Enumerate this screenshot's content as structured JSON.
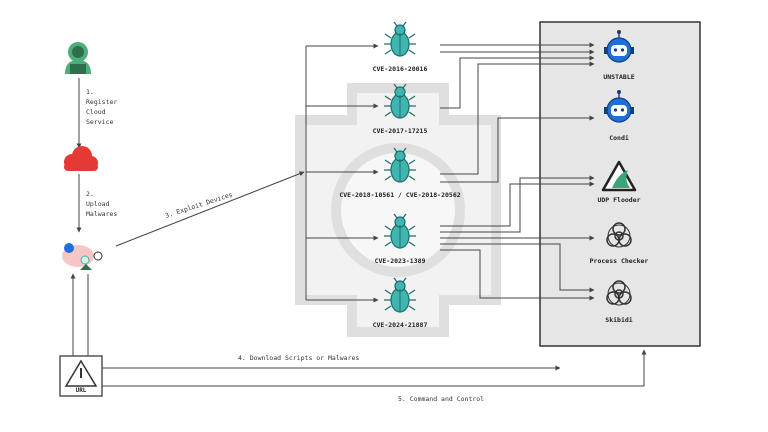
{
  "steps": {
    "s1": {
      "num": "1.",
      "lines": [
        "Register",
        "Cloud",
        "Service"
      ]
    },
    "s2": {
      "num": "2.",
      "lines": [
        "Upload",
        "Malwares"
      ]
    },
    "s3": "3. Exploit Devices",
    "s4": "4. Download Scripts or Malwares",
    "s5": "5. Command and Control"
  },
  "url_label": "URL",
  "cves": [
    "CVE-2016-20016",
    "CVE-2017-17215",
    "CVE-2018-10561 / CVE-2018-20562",
    "CVE-2023-1389",
    "CVE-2024-21887"
  ],
  "malware": [
    {
      "name": "UNSTABLE",
      "icon": "robot-icon"
    },
    {
      "name": "Condi",
      "icon": "robot-icon"
    },
    {
      "name": "UDP Flooder",
      "icon": "shark-fin-icon"
    },
    {
      "name": "Process Checker",
      "icon": "biohazard-icon"
    },
    {
      "name": "Skibidi",
      "icon": "biohazard-icon"
    }
  ],
  "colors": {
    "bug": "#3fb6b1",
    "cloud": "#e53935",
    "hacker": "#4caf7a",
    "robot": "#1e6fd9",
    "panel": "#e6e6e6",
    "gear": "#eeeeee"
  }
}
